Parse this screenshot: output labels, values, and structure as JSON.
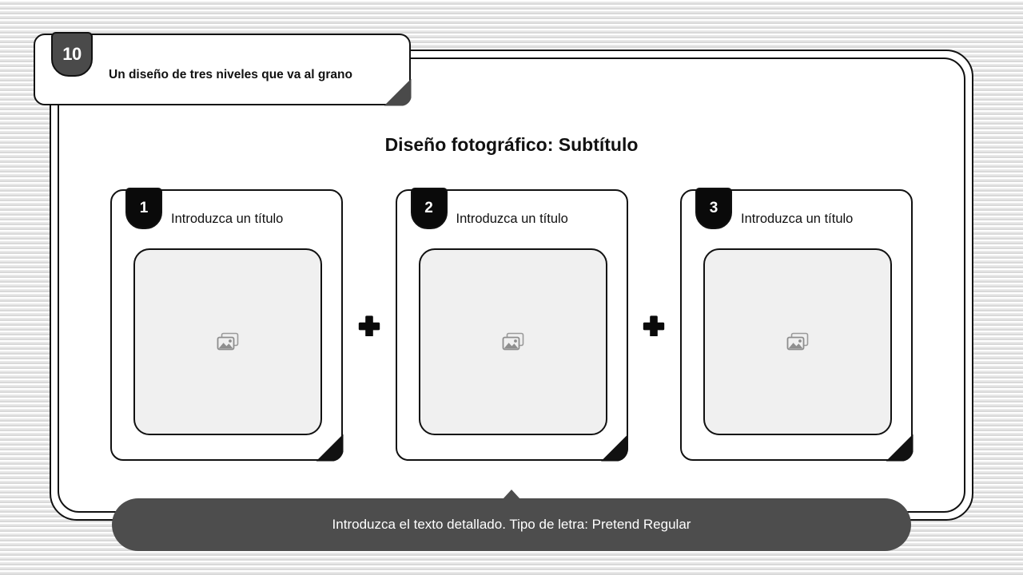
{
  "header": {
    "badge_number": "10",
    "title": "Un diseño de tres niveles que va al grano"
  },
  "slide": {
    "title": "Diseño fotográfico: Subtítulo"
  },
  "cards": [
    {
      "number": "1",
      "title": "Introduzca un título",
      "image_icon": "image-placeholder-icon"
    },
    {
      "number": "2",
      "title": "Introduzca un título",
      "image_icon": "image-placeholder-icon"
    },
    {
      "number": "3",
      "title": "Introduzca un título",
      "image_icon": "image-placeholder-icon"
    }
  ],
  "connectors": [
    {
      "glyph": "plus-icon"
    },
    {
      "glyph": "plus-icon"
    }
  ],
  "caption": {
    "text": "Introduzca el texto detallado. Tipo de letra: Pretend Regular"
  },
  "colors": {
    "header_badge": "#4a4a4a",
    "card_badge": "#0a0a0a",
    "caption_bg": "#4d4d4d",
    "image_box_bg": "#f0f0f0",
    "outline": "#111111",
    "background_stripe": "#d9d9d9"
  }
}
